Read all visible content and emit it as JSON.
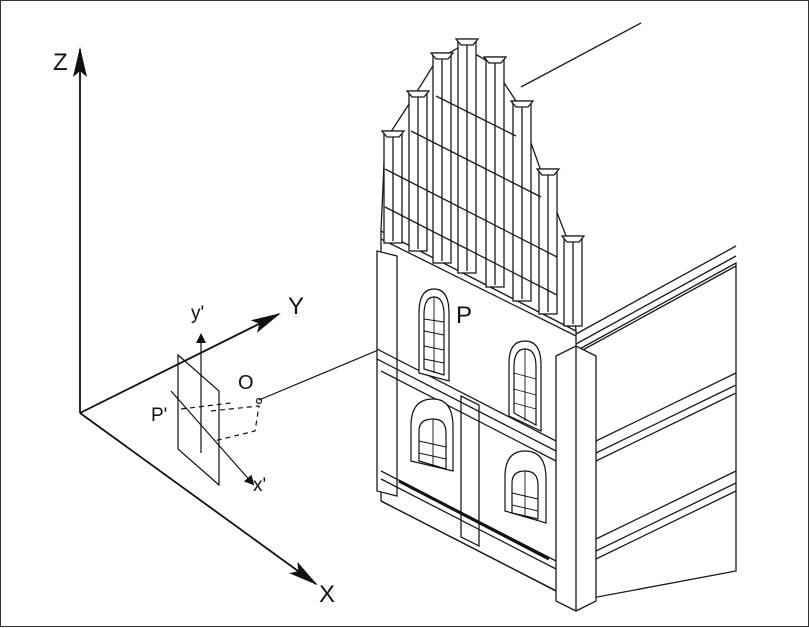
{
  "labels": {
    "axis_z": "Z",
    "axis_y": "Y",
    "axis_x": "X",
    "image_y": "y'",
    "image_x": "x'",
    "image_point": "P'",
    "object_point": "P",
    "projection_center": "O"
  },
  "colors": {
    "ink": "#111111",
    "background": "#ffffff"
  }
}
